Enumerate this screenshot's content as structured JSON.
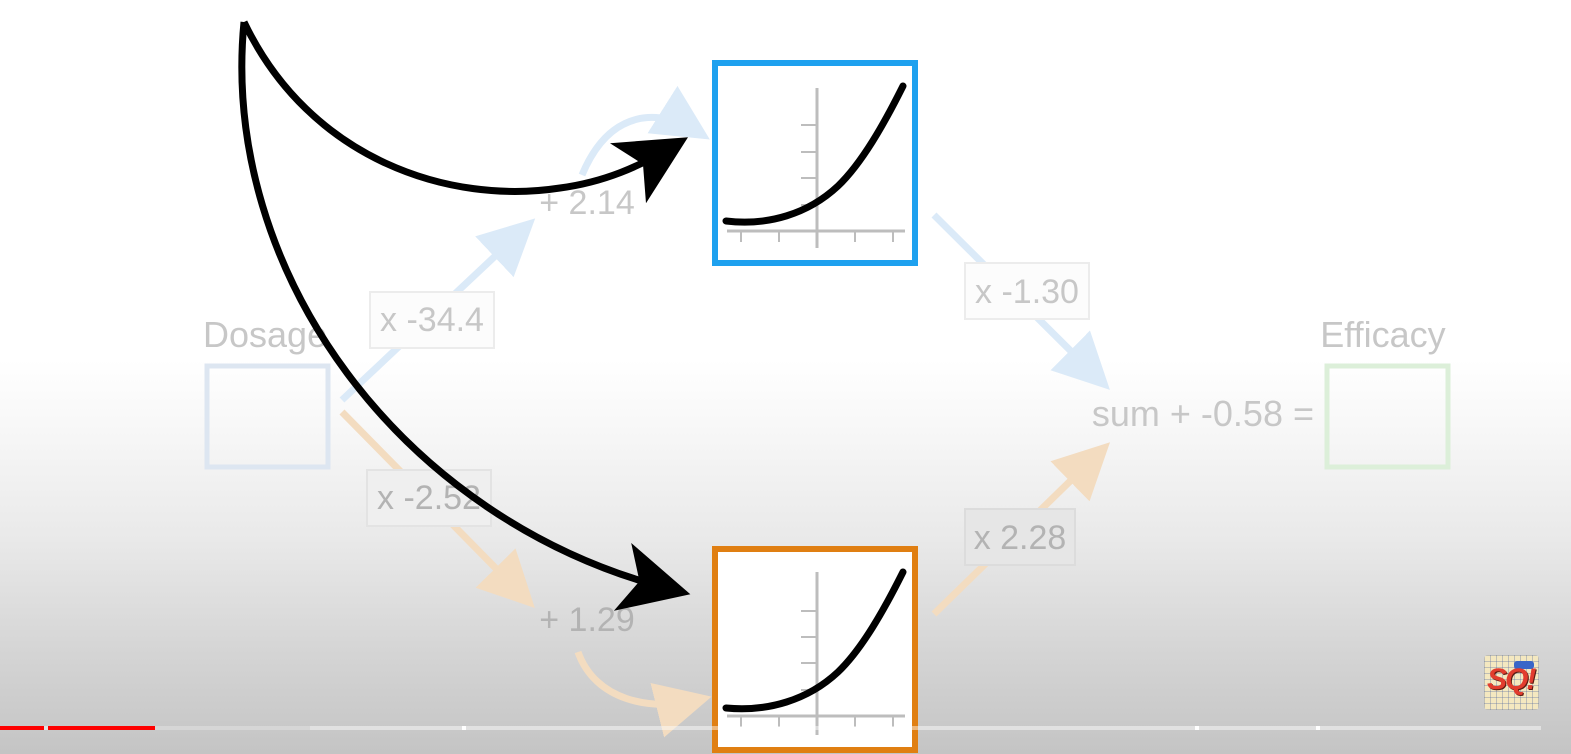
{
  "diagram": {
    "input_label": "Dosage",
    "output_label": "Efficacy",
    "top_weight": "x -34.4",
    "top_bias": "+ 2.14",
    "bottom_weight": "x -2.52",
    "bottom_bias": "+ 1.29",
    "top_out_weight": "x -1.30",
    "bottom_out_weight": "x 2.28",
    "sum_text": "sum + -0.58 ="
  },
  "colors": {
    "top_node": "#1ea1ef",
    "bottom_node": "#e07f12",
    "output_node": "#a8dca0",
    "input_node": "#c9d9ec",
    "pointer_arrows": "#000000",
    "progress_played": "#ff0000",
    "progress_buffered": "#d0d0d0"
  },
  "activation_curve": "softplus",
  "player": {
    "progress_played_fraction": 0.099,
    "progress_buffered_fraction": 0.198
  }
}
